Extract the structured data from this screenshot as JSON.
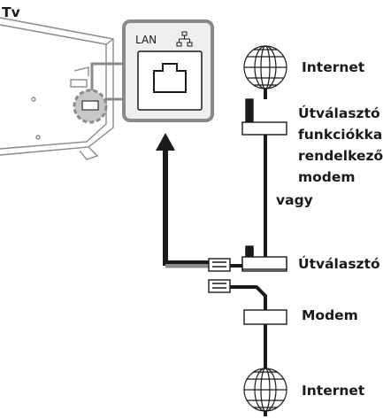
{
  "labels": {
    "tv": "Tv",
    "lan": "LAN",
    "internet_top": "Internet",
    "router_modem_line1": "Útválasztó",
    "router_modem_line2": "funkciókkal",
    "router_modem_line3": "rendelkező",
    "router_modem_line4": "modem",
    "or": "vagy",
    "router": "Útválasztó",
    "modem": "Modem",
    "internet_bottom": "Internet"
  },
  "icons": {
    "lan_port": "ethernet-port-icon",
    "network": "network-icon",
    "globe": "globe-icon",
    "cable_plug": "rj45-plug-icon"
  },
  "colors": {
    "line": "#1a1a1a",
    "tv_gray": "#8a8a8a",
    "highlight_fill": "#c8c8c8",
    "panel_fill": "#efefef"
  }
}
